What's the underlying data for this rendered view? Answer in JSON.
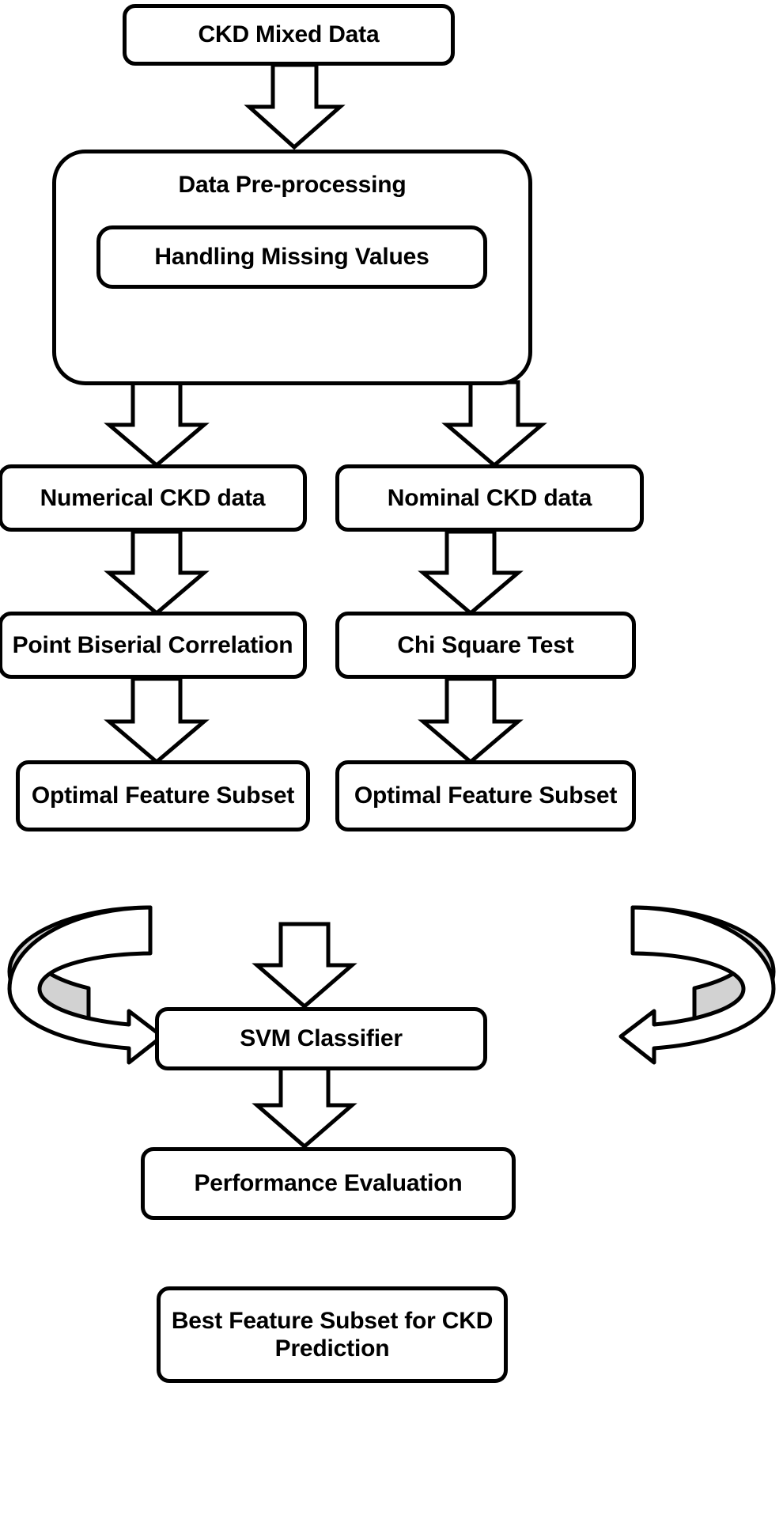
{
  "diagram": {
    "title": "CKD feature selection flowchart",
    "colors": {
      "stroke": "#000000",
      "fill": "#ffffff",
      "arrow_shade": "#d2d2d2",
      "text": "#000000"
    },
    "nodes": [
      {
        "id": "ckd-mixed-data",
        "label": "CKD Mixed Data"
      },
      {
        "id": "data-pre-processing",
        "label": "Data Pre-processing"
      },
      {
        "id": "handling-missing-values",
        "label": "Handling Missing Values"
      },
      {
        "id": "numerical-ckd-data",
        "label": "Numerical CKD data"
      },
      {
        "id": "nominal-ckd-data",
        "label": "Nominal CKD data"
      },
      {
        "id": "point-biserial-correlation",
        "label": "Point Biserial Correlation"
      },
      {
        "id": "chi-square-test",
        "label": "Chi Square Test"
      },
      {
        "id": "optimal-feature-subset-left",
        "label": "Optimal Feature Subset"
      },
      {
        "id": "optimal-feature-subset-right",
        "label": "Optimal Feature Subset"
      },
      {
        "id": "svm-classifier",
        "label": "SVM Classifier"
      },
      {
        "id": "performance-evaluation",
        "label": "Performance Evaluation"
      },
      {
        "id": "best-feature-subset",
        "label": "Best Feature Subset for CKD\nPrediction"
      }
    ],
    "edges": [
      {
        "id": "edge-mixed-to-preprocessing",
        "from": "ckd-mixed-data",
        "to": "data-pre-processing",
        "style": "block-arrow-down"
      },
      {
        "id": "edge-preprocessing-to-numerical",
        "from": "data-pre-processing",
        "to": "numerical-ckd-data",
        "style": "block-arrow-down"
      },
      {
        "id": "edge-preprocessing-to-nominal",
        "from": "data-pre-processing",
        "to": "nominal-ckd-data",
        "style": "block-arrow-down"
      },
      {
        "id": "edge-numerical-to-biserial",
        "from": "numerical-ckd-data",
        "to": "point-biserial-correlation",
        "style": "block-arrow-down"
      },
      {
        "id": "edge-nominal-to-chisquare",
        "from": "nominal-ckd-data",
        "to": "chi-square-test",
        "style": "block-arrow-down"
      },
      {
        "id": "edge-biserial-to-subset-left",
        "from": "point-biserial-correlation",
        "to": "optimal-feature-subset-left",
        "style": "block-arrow-down"
      },
      {
        "id": "edge-chisquare-to-subset-right",
        "from": "chi-square-test",
        "to": "optimal-feature-subset-right",
        "style": "block-arrow-down"
      },
      {
        "id": "edge-subset-left-to-svm",
        "from": "optimal-feature-subset-left",
        "to": "svm-classifier",
        "style": "curved-block-arrow"
      },
      {
        "id": "edge-subset-right-to-svm",
        "from": "optimal-feature-subset-right",
        "to": "svm-classifier",
        "style": "curved-block-arrow"
      },
      {
        "id": "edge-svm-to-performance",
        "from": "svm-classifier",
        "to": "performance-evaluation",
        "style": "block-arrow-down"
      },
      {
        "id": "edge-performance-to-best",
        "from": "performance-evaluation",
        "to": "best-feature-subset",
        "style": "block-arrow-down"
      }
    ]
  }
}
